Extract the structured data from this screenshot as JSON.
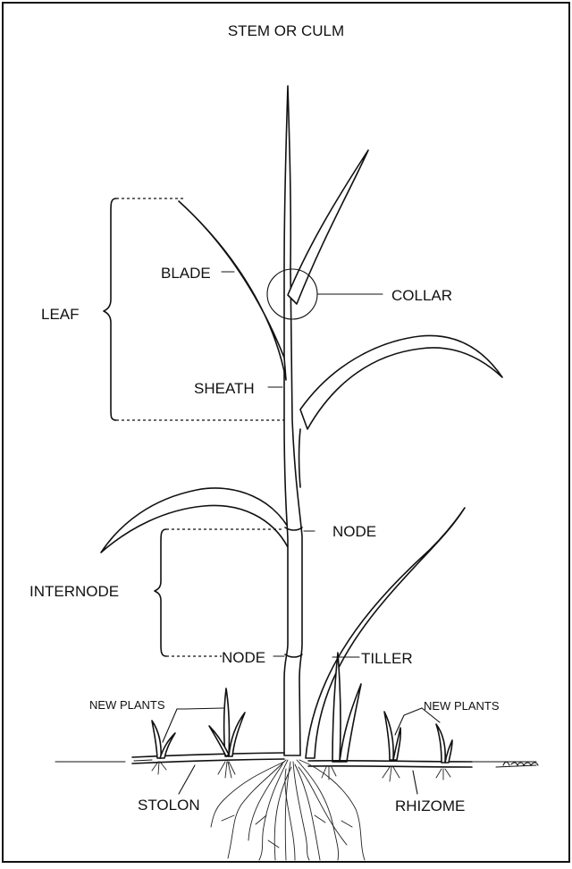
{
  "diagram": {
    "title": "STEM OR CULM",
    "labels": {
      "blade": "BLADE",
      "leaf": "LEAF",
      "sheath": "SHEATH",
      "collar": "COLLAR",
      "node_upper": "NODE",
      "internode": "INTERNODE",
      "node_lower": "NODE",
      "tiller": "TILLER",
      "new_plants_left": "NEW PLANTS",
      "new_plants_right": "NEW PLANTS",
      "stolon": "STOLON",
      "rhizome": "RHIZOME"
    }
  }
}
